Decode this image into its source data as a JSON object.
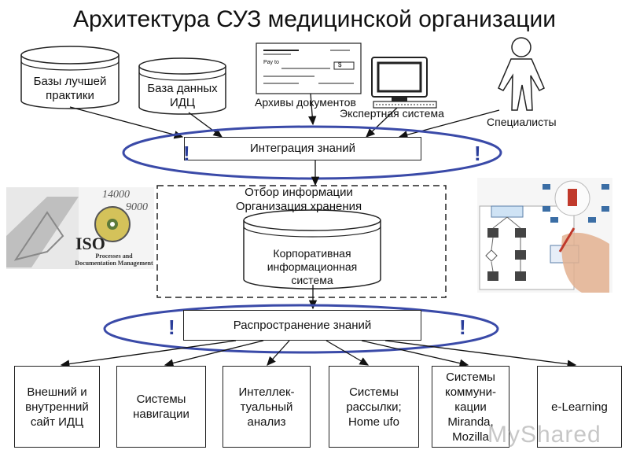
{
  "title": "Архитектура СУЗ медицинской организации",
  "sources": {
    "best_practice_db": "Базы лучшей практики",
    "idc_db": "База данных ИДЦ",
    "document_archives": "Архивы документов",
    "expert_system": "Экспертная система",
    "specialists": "Специалисты",
    "check_pay_to": "Pay to",
    "check_amount": "$"
  },
  "integration": "Интеграция знаний",
  "selection": {
    "line1": "Отбор информации",
    "line2": "Организация хранения"
  },
  "corporate_system": "Корпоративная информационная система",
  "iso_image": {
    "number1": "14000",
    "number2": "9000",
    "iso": "ISO",
    "caption": "Processes and Documentation Management"
  },
  "dissemination": "Распространение знаний",
  "exclamation": "!",
  "outputs": [
    "Внешний и внутренний сайт ИДЦ",
    "Системы навигации",
    "Интеллек-туальный анализ",
    "Системы рассылки; Home ufo",
    "Системы коммуни-кации Miranda, Mozilla",
    "e-Learning"
  ],
  "watermark": "MyShared",
  "colors": {
    "ellipse": "#3a4aa8",
    "exclamation": "#2a3d9a"
  }
}
